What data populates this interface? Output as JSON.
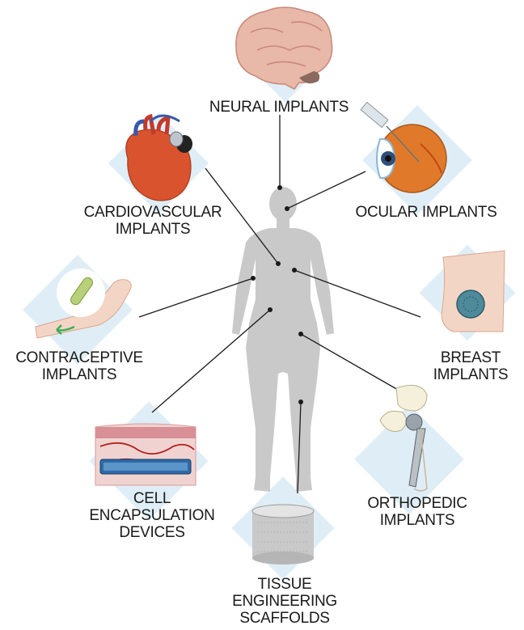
{
  "labels": {
    "neural": [
      "NEURAL IMPLANTS"
    ],
    "cardio": [
      "CARDIOVASCULAR",
      "IMPLANTS"
    ],
    "ocular": [
      "OCULAR IMPLANTS"
    ],
    "contraceptive": [
      "CONTRACEPTIVE",
      "IMPLANTS"
    ],
    "breast": [
      "BREAST",
      "IMPLANTS"
    ],
    "cell": [
      "CELL",
      "ENCAPSULATION",
      "DEVICES"
    ],
    "orthopedic": [
      "ORTHOPEDIC",
      "IMPLANTS"
    ],
    "tissue": [
      "TISSUE",
      "ENGINEERING",
      "SCAFFOLDS"
    ]
  },
  "colors": {
    "diamond": "#dfeef6",
    "body": "#c9c9c9",
    "line": "#1a1a1a",
    "heart": "#d9532e",
    "brain": "#e8b8a8",
    "eye": "#e07a2a"
  },
  "icons": [
    "brain-icon",
    "heart-icon",
    "eye-icon",
    "arm-icon",
    "breast-icon",
    "skin-capsule-icon",
    "hip-implant-icon",
    "scaffold-cylinder-icon",
    "human-body-silhouette"
  ]
}
